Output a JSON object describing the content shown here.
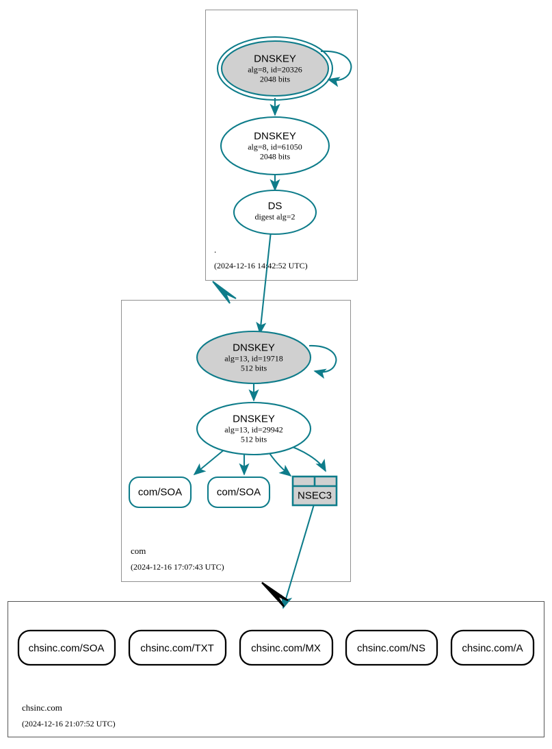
{
  "diagram": {
    "type": "dnssec-authentication-chain",
    "colors": {
      "secure_teal": "#0e7c8a",
      "node_fill_grey": "#d0d0d0",
      "insecure_black": "#000000",
      "zone_border_grey": "#909090",
      "zone_border_dark": "#555555",
      "background": "#ffffff"
    }
  },
  "zones": [
    {
      "id": "root",
      "name": ".",
      "timestamp": "(2024-12-16 14:42:52 UTC)",
      "status": "secure",
      "nodes": [
        {
          "id": "root-ksk",
          "kind": "DNSKEY",
          "title": "DNSKEY",
          "line2": "alg=8, id=20326",
          "line3": "2048 bits",
          "alg": 8,
          "key_id": 20326,
          "key_size": "2048 bits",
          "shape": "double-ellipse",
          "filled": true,
          "self_signed": true
        },
        {
          "id": "root-zsk",
          "kind": "DNSKEY",
          "title": "DNSKEY",
          "line2": "alg=8, id=61050",
          "line3": "2048 bits",
          "alg": 8,
          "key_id": 61050,
          "key_size": "2048 bits",
          "shape": "ellipse",
          "filled": false,
          "self_signed": false
        },
        {
          "id": "com-ds",
          "kind": "DS",
          "title": "DS",
          "line2": "digest alg=2",
          "line3": "",
          "digest_alg": 2,
          "shape": "ellipse",
          "filled": false,
          "self_signed": false
        }
      ]
    },
    {
      "id": "com",
      "name": "com",
      "timestamp": "(2024-12-16 17:07:43 UTC)",
      "status": "secure",
      "nodes": [
        {
          "id": "com-ksk",
          "kind": "DNSKEY",
          "title": "DNSKEY",
          "line2": "alg=13, id=19718",
          "line3": "512 bits",
          "alg": 13,
          "key_id": 19718,
          "key_size": "512 bits",
          "shape": "ellipse",
          "filled": true,
          "self_signed": true
        },
        {
          "id": "com-zsk",
          "kind": "DNSKEY",
          "title": "DNSKEY",
          "line2": "alg=13, id=29942",
          "line3": "512 bits",
          "alg": 13,
          "key_id": 29942,
          "key_size": "512 bits",
          "shape": "ellipse",
          "filled": false,
          "self_signed": false
        },
        {
          "id": "com-soa-1",
          "kind": "RRset",
          "title": "com/SOA",
          "shape": "rounded-rect",
          "filled": false
        },
        {
          "id": "com-soa-2",
          "kind": "RRset",
          "title": "com/SOA",
          "shape": "rounded-rect",
          "filled": false
        },
        {
          "id": "com-nsec3",
          "kind": "NSEC3",
          "title": "NSEC3",
          "shape": "table",
          "filled": true
        }
      ]
    },
    {
      "id": "chsinc",
      "name": "chsinc.com",
      "timestamp": "(2024-12-16 21:07:52 UTC)",
      "status": "insecure",
      "nodes": [
        {
          "id": "chsinc-soa",
          "kind": "RRset",
          "title": "chsinc.com/SOA",
          "shape": "rounded-rect",
          "filled": false
        },
        {
          "id": "chsinc-txt",
          "kind": "RRset",
          "title": "chsinc.com/TXT",
          "shape": "rounded-rect",
          "filled": false
        },
        {
          "id": "chsinc-mx",
          "kind": "RRset",
          "title": "chsinc.com/MX",
          "shape": "rounded-rect",
          "filled": false
        },
        {
          "id": "chsinc-ns",
          "kind": "RRset",
          "title": "chsinc.com/NS",
          "shape": "rounded-rect",
          "filled": false
        },
        {
          "id": "chsinc-a",
          "kind": "RRset",
          "title": "chsinc.com/A",
          "shape": "rounded-rect",
          "filled": false
        }
      ]
    }
  ],
  "edges": [
    {
      "from": "root-ksk",
      "to": "root-ksk",
      "type": "self-sign",
      "color": "secure"
    },
    {
      "from": "root-ksk",
      "to": "root-zsk",
      "type": "sign",
      "color": "secure"
    },
    {
      "from": "root-zsk",
      "to": "com-ds",
      "type": "sign",
      "color": "secure"
    },
    {
      "from": "com-ds",
      "to": "com-ksk",
      "type": "ds-to-dnskey",
      "color": "secure"
    },
    {
      "from": "root",
      "to": "com",
      "type": "delegation-secure",
      "color": "secure"
    },
    {
      "from": "com-ksk",
      "to": "com-ksk",
      "type": "self-sign",
      "color": "secure"
    },
    {
      "from": "com-ksk",
      "to": "com-zsk",
      "type": "sign",
      "color": "secure"
    },
    {
      "from": "com-zsk",
      "to": "com-soa-1",
      "type": "sign",
      "color": "secure"
    },
    {
      "from": "com-zsk",
      "to": "com-soa-2",
      "type": "sign",
      "color": "secure"
    },
    {
      "from": "com-zsk",
      "to": "com-nsec3",
      "type": "sign",
      "color": "secure"
    },
    {
      "from": "com-zsk",
      "to": "com-nsec3",
      "type": "sign",
      "color": "secure"
    },
    {
      "from": "com-nsec3",
      "to": "chsinc",
      "type": "proof-of-nonexistence",
      "color": "secure"
    },
    {
      "from": "com",
      "to": "chsinc",
      "type": "delegation-insecure",
      "color": "insecure"
    }
  ]
}
